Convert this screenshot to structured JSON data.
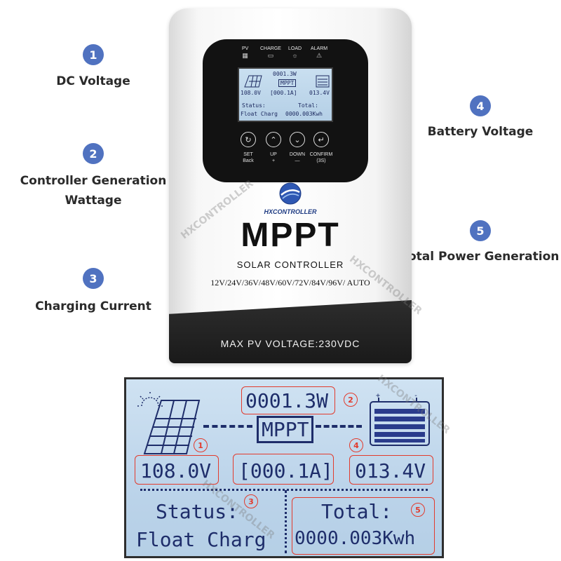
{
  "annotations": [
    {
      "number": "1",
      "label": "DC Voltage"
    },
    {
      "number": "2",
      "label_line1": "Controller Generation",
      "label_line2": "Wattage"
    },
    {
      "number": "3",
      "label": "Charging Current"
    },
    {
      "number": "4",
      "label": "Battery Voltage"
    },
    {
      "number": "5",
      "label": "Total Power Generation"
    }
  ],
  "device": {
    "indicators": [
      {
        "label": "PV",
        "icon": "grid-icon"
      },
      {
        "label": "CHARGE",
        "icon": "battery-icon"
      },
      {
        "label": "LOAD",
        "icon": "bulb-icon"
      },
      {
        "label": "ALARM",
        "icon": "warning-icon"
      }
    ],
    "buttons": [
      {
        "label_line1": "SET",
        "label_line2": "Back",
        "icon": "refresh-icon"
      },
      {
        "label_line1": "UP",
        "label_line2": "+",
        "icon": "chevron-up-icon"
      },
      {
        "label_line1": "DOWN",
        "label_line2": "—",
        "icon": "chevron-down-icon"
      },
      {
        "label_line1": "CONFIRM",
        "label_line2": "(3S)",
        "icon": "enter-icon"
      }
    ],
    "brand": "HXCONTROLLER",
    "title": "MPPT",
    "subtitle": "SOLAR CONTROLLER",
    "voltages": "12V/24V/36V/48V/60V/72V/84V/96V/ AUTO",
    "max_pv": "MAX PV VOLTAGE:230VDC"
  },
  "lcd": {
    "wattage": "0001.3W",
    "mode": "MPPT",
    "pv_voltage": "108.0V",
    "current": "[000.1A]",
    "battery_voltage": "013.4V",
    "status_label": "Status:",
    "status_value": "Float Charg",
    "total_label": "Total:",
    "total_value": "0000.003Kwh"
  },
  "watermark": "HXCONTROLLER",
  "colors": {
    "badge": "#5072c0",
    "highlight": "#e23b2d",
    "lcd_text": "#1e2d6a",
    "lcd_bg": "#c4d9ee"
  }
}
